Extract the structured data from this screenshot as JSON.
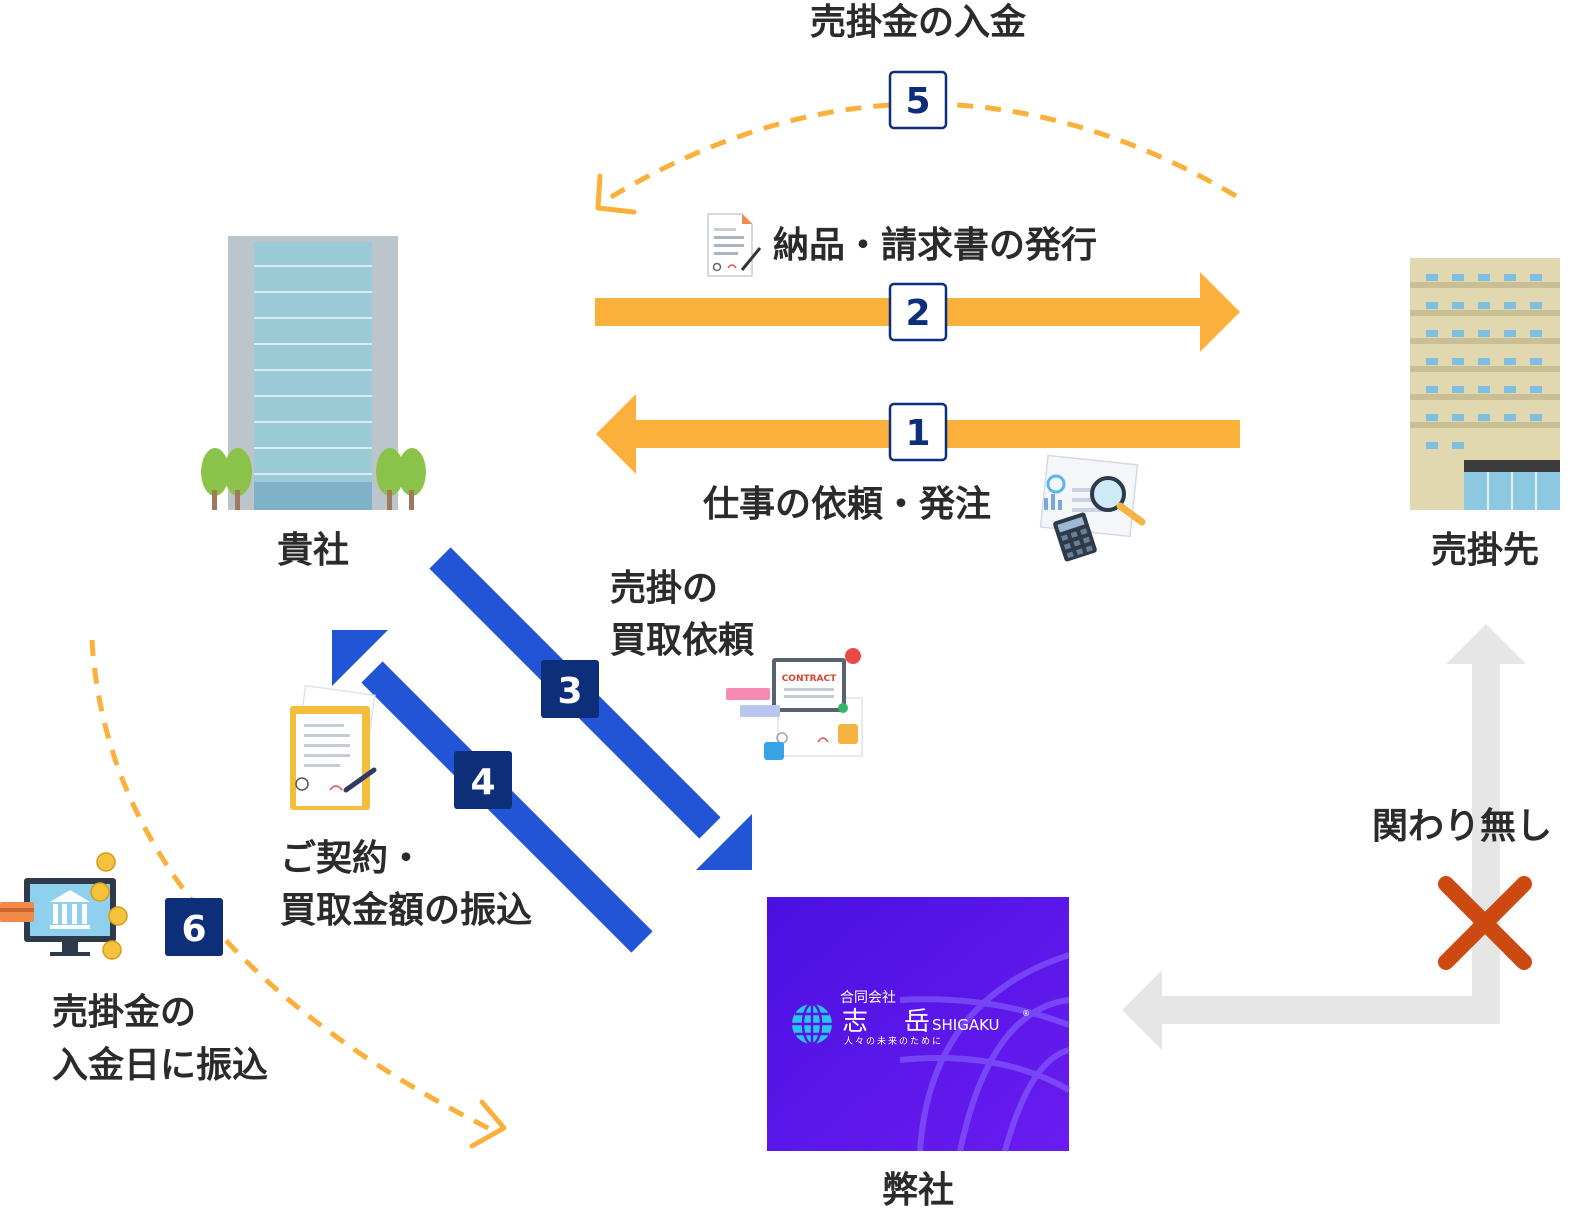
{
  "colors": {
    "orange": "#fbb03b",
    "blue": "#2255d6",
    "navy": "#0d2f7a",
    "gray_arrow": "#e6e6e6",
    "cross": "#cc4a12",
    "logo_bg": "#5a12e6",
    "text": "#2b2b2b"
  },
  "nodes": {
    "client": "貴社",
    "customer": "売掛先",
    "us": "弊社"
  },
  "steps": [
    {
      "num": "1",
      "label": "仕事の依頼・発注"
    },
    {
      "num": "2",
      "label": "納品・請求書の発行"
    },
    {
      "num": "3",
      "label_line1": "売掛の",
      "label_line2": "買取依頼"
    },
    {
      "num": "4",
      "label_line1": "ご契約・",
      "label_line2": "買取金額の振込"
    },
    {
      "num": "5",
      "label": "売掛金の入金"
    },
    {
      "num": "6",
      "label_line1": "売掛金の",
      "label_line2": "入金日に振込"
    }
  ],
  "no_relation": "関わり無し",
  "logo": {
    "company_type": "合同会社",
    "name_char1": "志",
    "name_char2": "岳",
    "name_en": "SHIGAKU",
    "tagline": "人々の未来のために",
    "registered": "®"
  },
  "illustrations": {
    "contract_paper": "CONTRACT"
  },
  "icons": [
    "building-icon",
    "apartment-icon",
    "document-icon",
    "calculator-icon",
    "contract-icon",
    "folder-icon",
    "bank-monitor-icon",
    "cross-icon",
    "globe-icon"
  ]
}
